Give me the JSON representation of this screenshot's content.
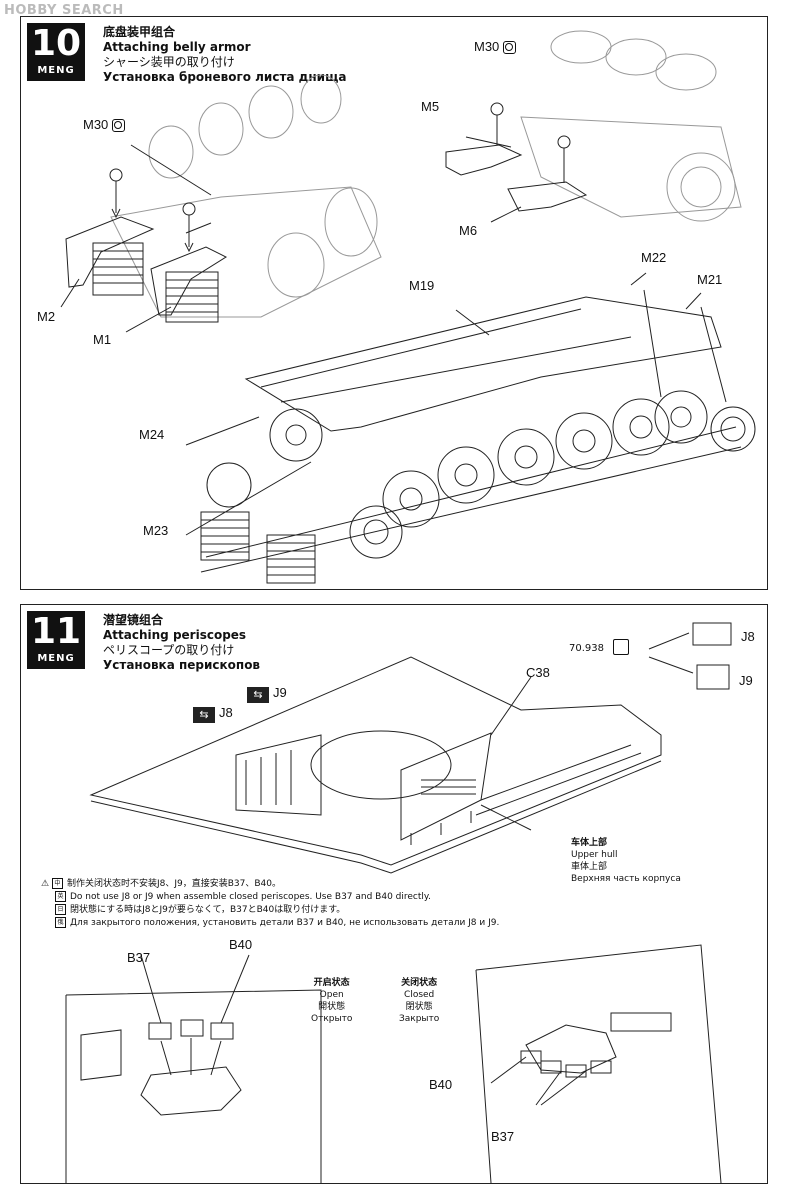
{
  "watermark": "HOBBY SEARCH",
  "step10": {
    "number": "10",
    "brand": "MENG",
    "title_cn": "底盘装甲组合",
    "title_en": "Attaching belly armor",
    "title_jp": "シャーシ装甲の取り付け",
    "title_ru": "Установка броневого листа днища",
    "labels": {
      "m30_left": "M30",
      "m30_right": "M30",
      "m5": "M5",
      "m6": "M6",
      "m2": "M2",
      "m1": "M1",
      "m19": "M19",
      "m22": "M22",
      "m21": "M21",
      "m24": "M24",
      "m23": "M23"
    },
    "icons": [
      "no-glue-icon"
    ]
  },
  "step11": {
    "number": "11",
    "brand": "MENG",
    "title_cn": "潜望镜组合",
    "title_en": "Attaching periscopes",
    "title_jp": "ペリスコープの取り付け",
    "title_ru": "Установка перископов",
    "paint_code": "70.938",
    "labels": {
      "j8_side": "J8",
      "j9_side": "J9",
      "j8_main": "J8",
      "j9_main": "J9",
      "c38": "C38",
      "b37_a": "B37",
      "b40_a": "B40",
      "b40_b": "B40",
      "b37_b": "B37"
    },
    "upper_hull": {
      "cn": "车体上部",
      "en": "Upper hull",
      "jp": "車体上部",
      "ru": "Верхняя часть корпуса"
    },
    "notes": [
      {
        "lang": "中",
        "text": "制作关闭状态时不安装J8、J9，直接安装B37、B40。"
      },
      {
        "lang": "英",
        "text": "Do not use J8 or J9 when assemble closed periscopes. Use B37 and B40 directly."
      },
      {
        "lang": "日",
        "text": "閉状態にする時はJ8とJ9が要らなくて，B37とB40は取り付けます。"
      },
      {
        "lang": "俄",
        "text": "Для закрытого положения, установить детали B37 и B40, не использовать детали J8 и J9."
      }
    ],
    "open_state": {
      "cn": "开启状态",
      "en": "Open",
      "jp": "開状態",
      "ru": "Открыто"
    },
    "closed_state": {
      "cn": "关闭状态",
      "en": "Closed",
      "jp": "閉状態",
      "ru": "Закрыто"
    }
  }
}
